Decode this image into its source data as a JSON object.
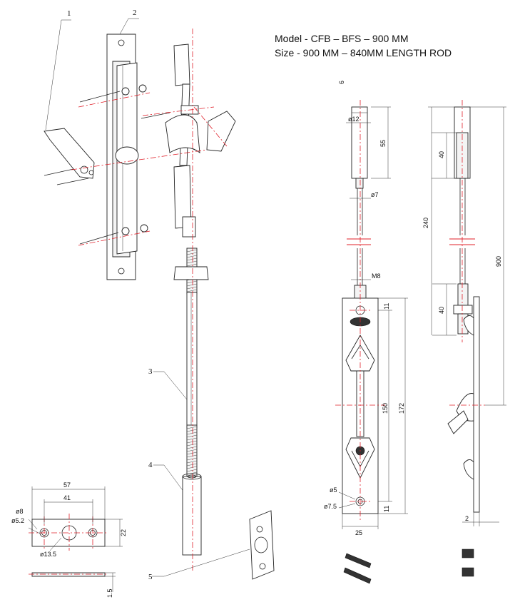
{
  "header": {
    "model": "Model - CFB – BFS – 900 MM",
    "size": "Size - 900 MM – 840MM LENGTH ROD"
  },
  "callouts": {
    "p1": "1",
    "p2": "2",
    "p3": "3",
    "p4": "4",
    "p5": "5",
    "p6": "6"
  },
  "plate_view": {
    "d57": "57",
    "d41": "41",
    "d8": "ø8",
    "d52": "ø5.2",
    "d22": "22",
    "d135": "ø13.5",
    "d15": "1.5"
  },
  "front_view": {
    "d12": "ø12",
    "d55": "55",
    "d7": "ø7",
    "m8": "M8",
    "d11a": "11",
    "d150": "150",
    "d172": "172",
    "d5": "ø5",
    "d75": "ø7.5",
    "d11b": "11",
    "d25": "25"
  },
  "side_view": {
    "d40a": "40",
    "d240": "240",
    "d900": "900",
    "d40b": "40",
    "d2": "2"
  },
  "colors": {
    "centerline": "#e0202a",
    "outline": "#222222"
  }
}
